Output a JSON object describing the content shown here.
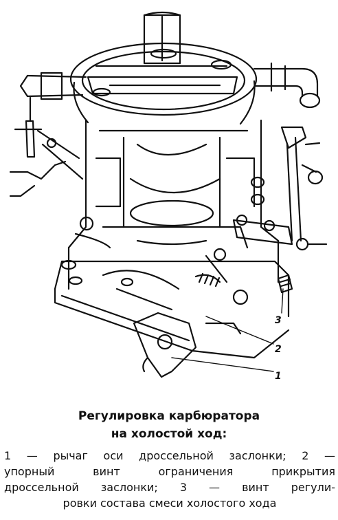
{
  "caption": {
    "title_line1": "Регулировка карбюратора",
    "title_line2": "на холостой ход:",
    "body_line1": "1 — рычаг оси дроссельной заслонки; 2 —",
    "body_line2": "упорный винт ограничения прикрытия",
    "body_line3": "дроссельной заслонки; 3 — винт регули-",
    "body_line4": "ровки состава смеси холостого хода"
  },
  "callouts": {
    "c1": "1",
    "c2": "2",
    "c3": "3"
  }
}
